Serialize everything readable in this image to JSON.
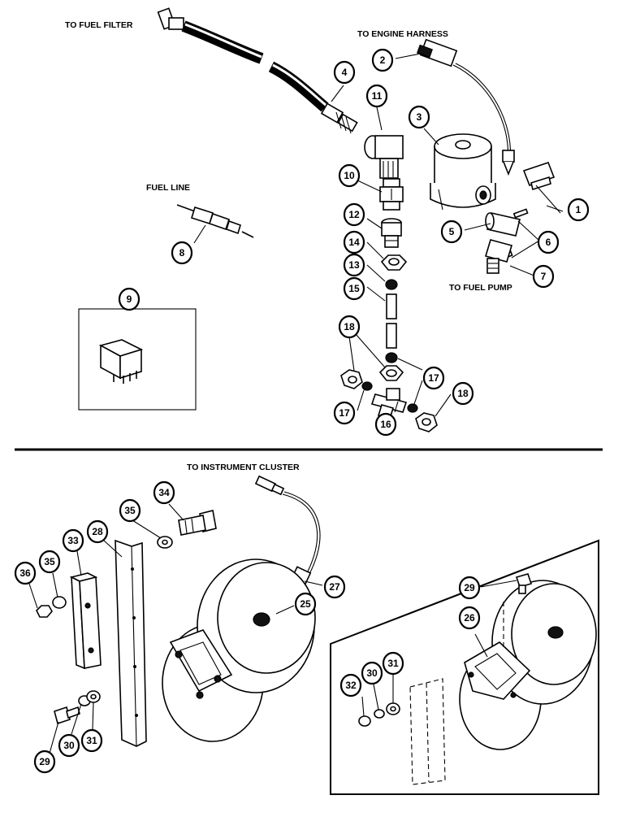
{
  "labels": {
    "to_fuel_filter": "TO FUEL FILTER",
    "to_engine_harness": "TO ENGINE HARNESS",
    "fuel_line": "FUEL LINE",
    "to_fuel_pump": "TO FUEL PUMP",
    "to_instrument_cluster": "TO INSTRUMENT CLUSTER"
  },
  "callouts": {
    "c1": "1",
    "c2": "2",
    "c3": "3",
    "c4": "4",
    "c5": "5",
    "c6": "6",
    "c7": "7",
    "c8": "8",
    "c9": "9",
    "c10": "10",
    "c11": "11",
    "c12": "12",
    "c13": "13",
    "c14": "14",
    "c15": "15",
    "c16": "16",
    "c17a": "17",
    "c17b": "17",
    "c18a": "18",
    "c18b": "18",
    "c25": "25",
    "c26": "26",
    "c27": "27",
    "c28": "28",
    "c29a": "29",
    "c29b": "29",
    "c30a": "30",
    "c30b": "30",
    "c31a": "31",
    "c31b": "31",
    "c32": "32",
    "c33": "33",
    "c34": "34",
    "c35a": "35",
    "c35b": "35",
    "c36": "36"
  }
}
